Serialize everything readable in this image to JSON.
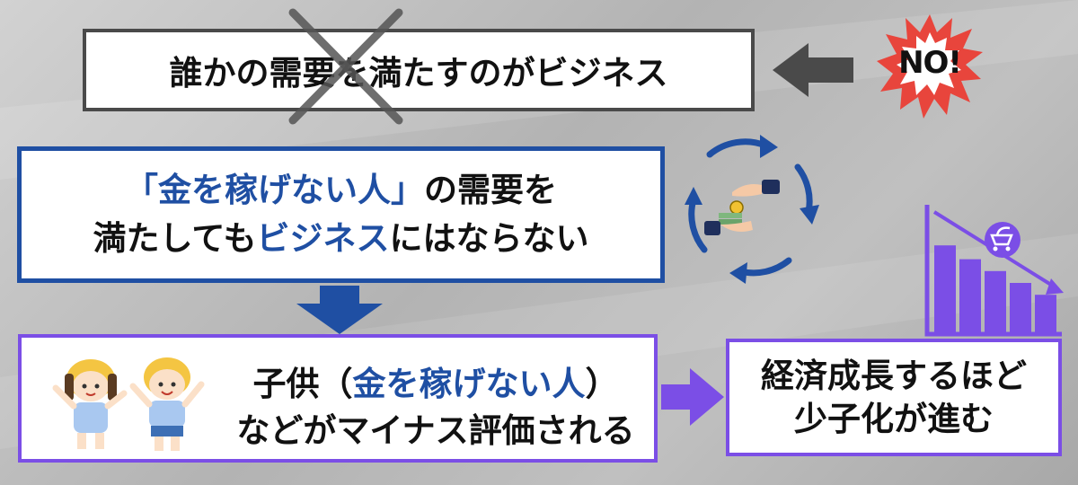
{
  "top_box": {
    "text": "誰かの需要を満たすのがビジネス"
  },
  "no_badge": {
    "text": "NO!"
  },
  "middle_box": {
    "line1_highlight": "「金を稼げない人」",
    "line1_rest": "の需要を",
    "line2_start": "満たしても",
    "line2_highlight": "ビジネス",
    "line2_end": "にはならない"
  },
  "bottom_left_box": {
    "line1_start": "子供（",
    "line1_highlight": "金を稼げない人",
    "line1_end": "）",
    "line2": "などがマイナス評価される"
  },
  "bottom_right_box": {
    "line1": "経済成長するほど",
    "line2": "少子化が進む"
  },
  "decline_chart": {
    "bar_levels": [
      0.88,
      0.74,
      0.62,
      0.5,
      0.38
    ]
  },
  "colors": {
    "dark_gray": "#4a4a4a",
    "blue": "#1f4fa3",
    "purple": "#7b4ee6",
    "badge_red": "#e8453c"
  },
  "icons": [
    "cross-out-icon",
    "left-arrow-icon",
    "no-burst-icon",
    "money-exchange-cycle-icon",
    "down-arrow-icon",
    "right-arrow-icon",
    "declining-bar-chart-icon",
    "baby-stroller-icon",
    "children-illustration"
  ]
}
